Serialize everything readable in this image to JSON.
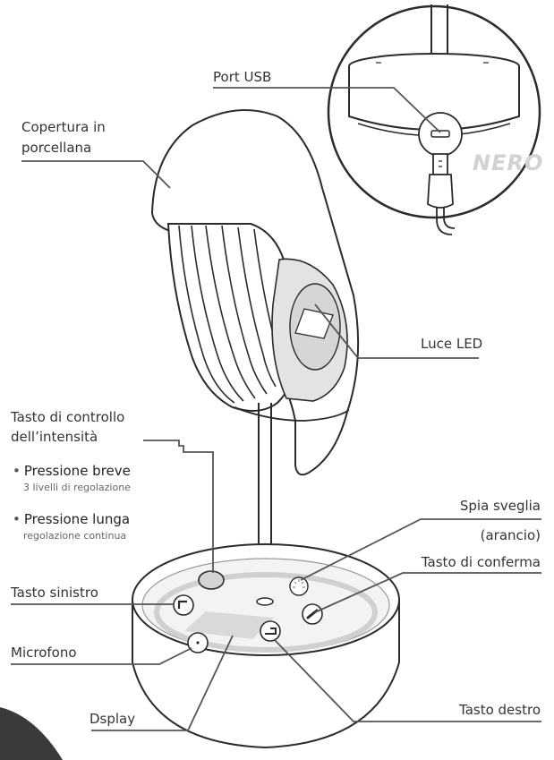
{
  "labels": {
    "port_usb": "Port USB",
    "copertura_line1": "Copertura in",
    "copertura_line2": "porcellana",
    "luce_led": "Luce LED",
    "tasto_intensita_line1": "Tasto di controllo",
    "tasto_intensita_line2": "dell’intensità",
    "spia_sveglia": "Spia sveglia",
    "spia_arancio": "(arancio)",
    "tasto_conferma": "Tasto di conferma",
    "tasto_sinistro": "Tasto sinistro",
    "microfono": "Microfono",
    "tasto_destro": "Tasto destro",
    "display": "Dsplay"
  },
  "press_modes": [
    {
      "title": "Pressione breve",
      "desc": "3 livelli di regolazione"
    },
    {
      "title": "Pressione lunga",
      "desc": "regolazione continua"
    }
  ],
  "brand": "NERO",
  "colors": {
    "line": "#555555",
    "stroke": "#2b2b2b",
    "accent": "#d2d2d2",
    "corner": "#3a3a3a"
  }
}
